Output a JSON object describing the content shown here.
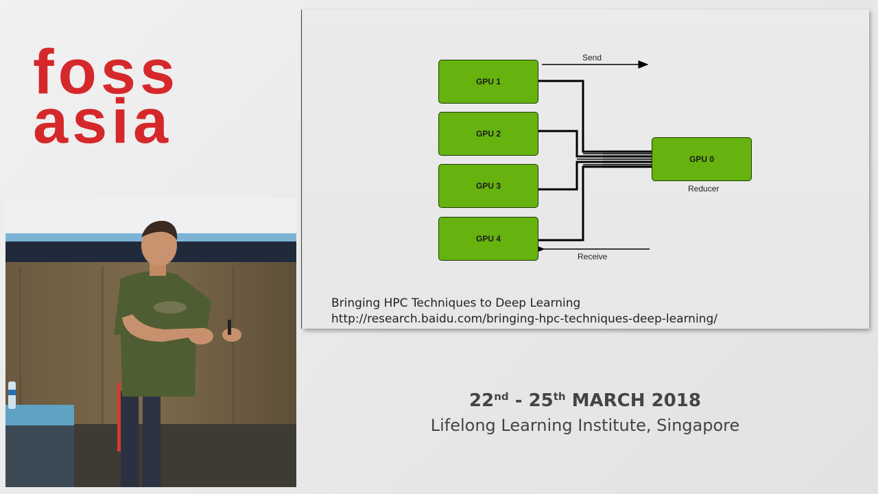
{
  "logo": {
    "line1": "foss",
    "line2": "asia",
    "color": "#d5282b"
  },
  "slide": {
    "diagram": {
      "gpus": [
        {
          "label": "GPU 1"
        },
        {
          "label": "GPU 2"
        },
        {
          "label": "GPU 3"
        },
        {
          "label": "GPU 4"
        }
      ],
      "reducer_gpu": "GPU 0",
      "reducer_label": "Reducer",
      "send_label": "Send",
      "receive_label": "Receive",
      "box_color": "#66b20f"
    },
    "caption_title": "Bringing HPC Techniques to Deep Learning",
    "caption_url": "http://research.baidu.com/bringing-hpc-techniques-deep-learning/"
  },
  "event": {
    "date_start_day": "22",
    "date_start_suffix": "nd",
    "date_separator": " - ",
    "date_end_day": "25",
    "date_end_suffix": "th",
    "date_rest": " MARCH 2018",
    "venue": "Lifelong Learning Institute, Singapore"
  }
}
